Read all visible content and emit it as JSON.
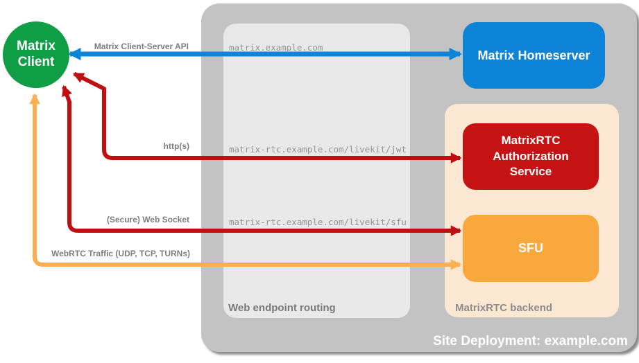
{
  "client": {
    "label": "Matrix Client"
  },
  "homeserver": {
    "label": "Matrix Homeserver"
  },
  "auth_service": {
    "label": "MatrixRTC Authorization Service"
  },
  "sfu": {
    "label": "SFU"
  },
  "routing_zone": {
    "label": "Web endpoint routing"
  },
  "backend_zone": {
    "label": "MatrixRTC backend"
  },
  "site": {
    "label": "Site Deployment: example.com"
  },
  "connections": [
    {
      "name": "matrix-client-server-api",
      "label": "Matrix Client-Server API",
      "endpoint": "matrix.example.com",
      "color": "#0e84d8",
      "bidirectional": true
    },
    {
      "name": "https",
      "label": "http(s)",
      "endpoint": "matrix-rtc.example.com/livekit/jwt",
      "color": "#bf0f10",
      "bidirectional": true
    },
    {
      "name": "secure-web-socket",
      "label": "(Secure) Web Socket",
      "endpoint": "matrix-rtc.example.com/livekit/sfu",
      "color": "#bf0f10",
      "bidirectional": true
    },
    {
      "name": "webrtc-traffic",
      "label": "WebRTC Traffic (UDP, TCP, TURNs)",
      "endpoint": "",
      "color": "#fbae52",
      "bidirectional": true
    }
  ],
  "colors": {
    "client_green": "#0f9d46",
    "homeserver_blue": "#0e84d8",
    "auth_red": "#c51212",
    "sfu_orange": "#f9a83e",
    "backend_peach": "#fce8d2",
    "site_gray": "#c3c3c3",
    "routing_gray": "#e9e9e9",
    "label_gray": "#7d7d7d"
  }
}
